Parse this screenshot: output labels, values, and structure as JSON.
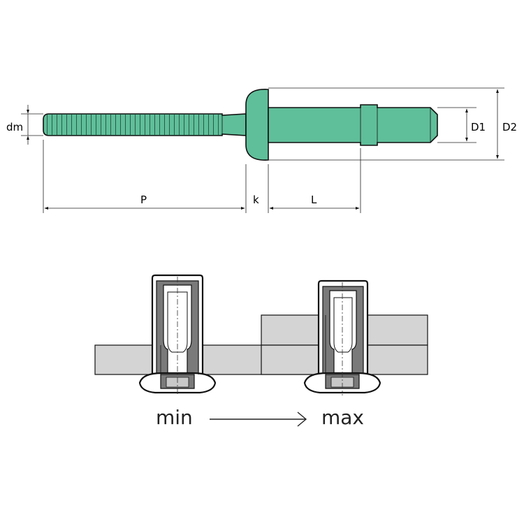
{
  "colors": {
    "rivet": "#5fbf9a",
    "plate": "#d4d4d4",
    "sleeve": "#7a7a7a"
  },
  "dimensions": {
    "dm": "dm",
    "p": "P",
    "k": "k",
    "l": "L",
    "d1": "D1",
    "d2": "D2"
  },
  "grip_range": {
    "min_label": "min",
    "max_label": "max"
  }
}
